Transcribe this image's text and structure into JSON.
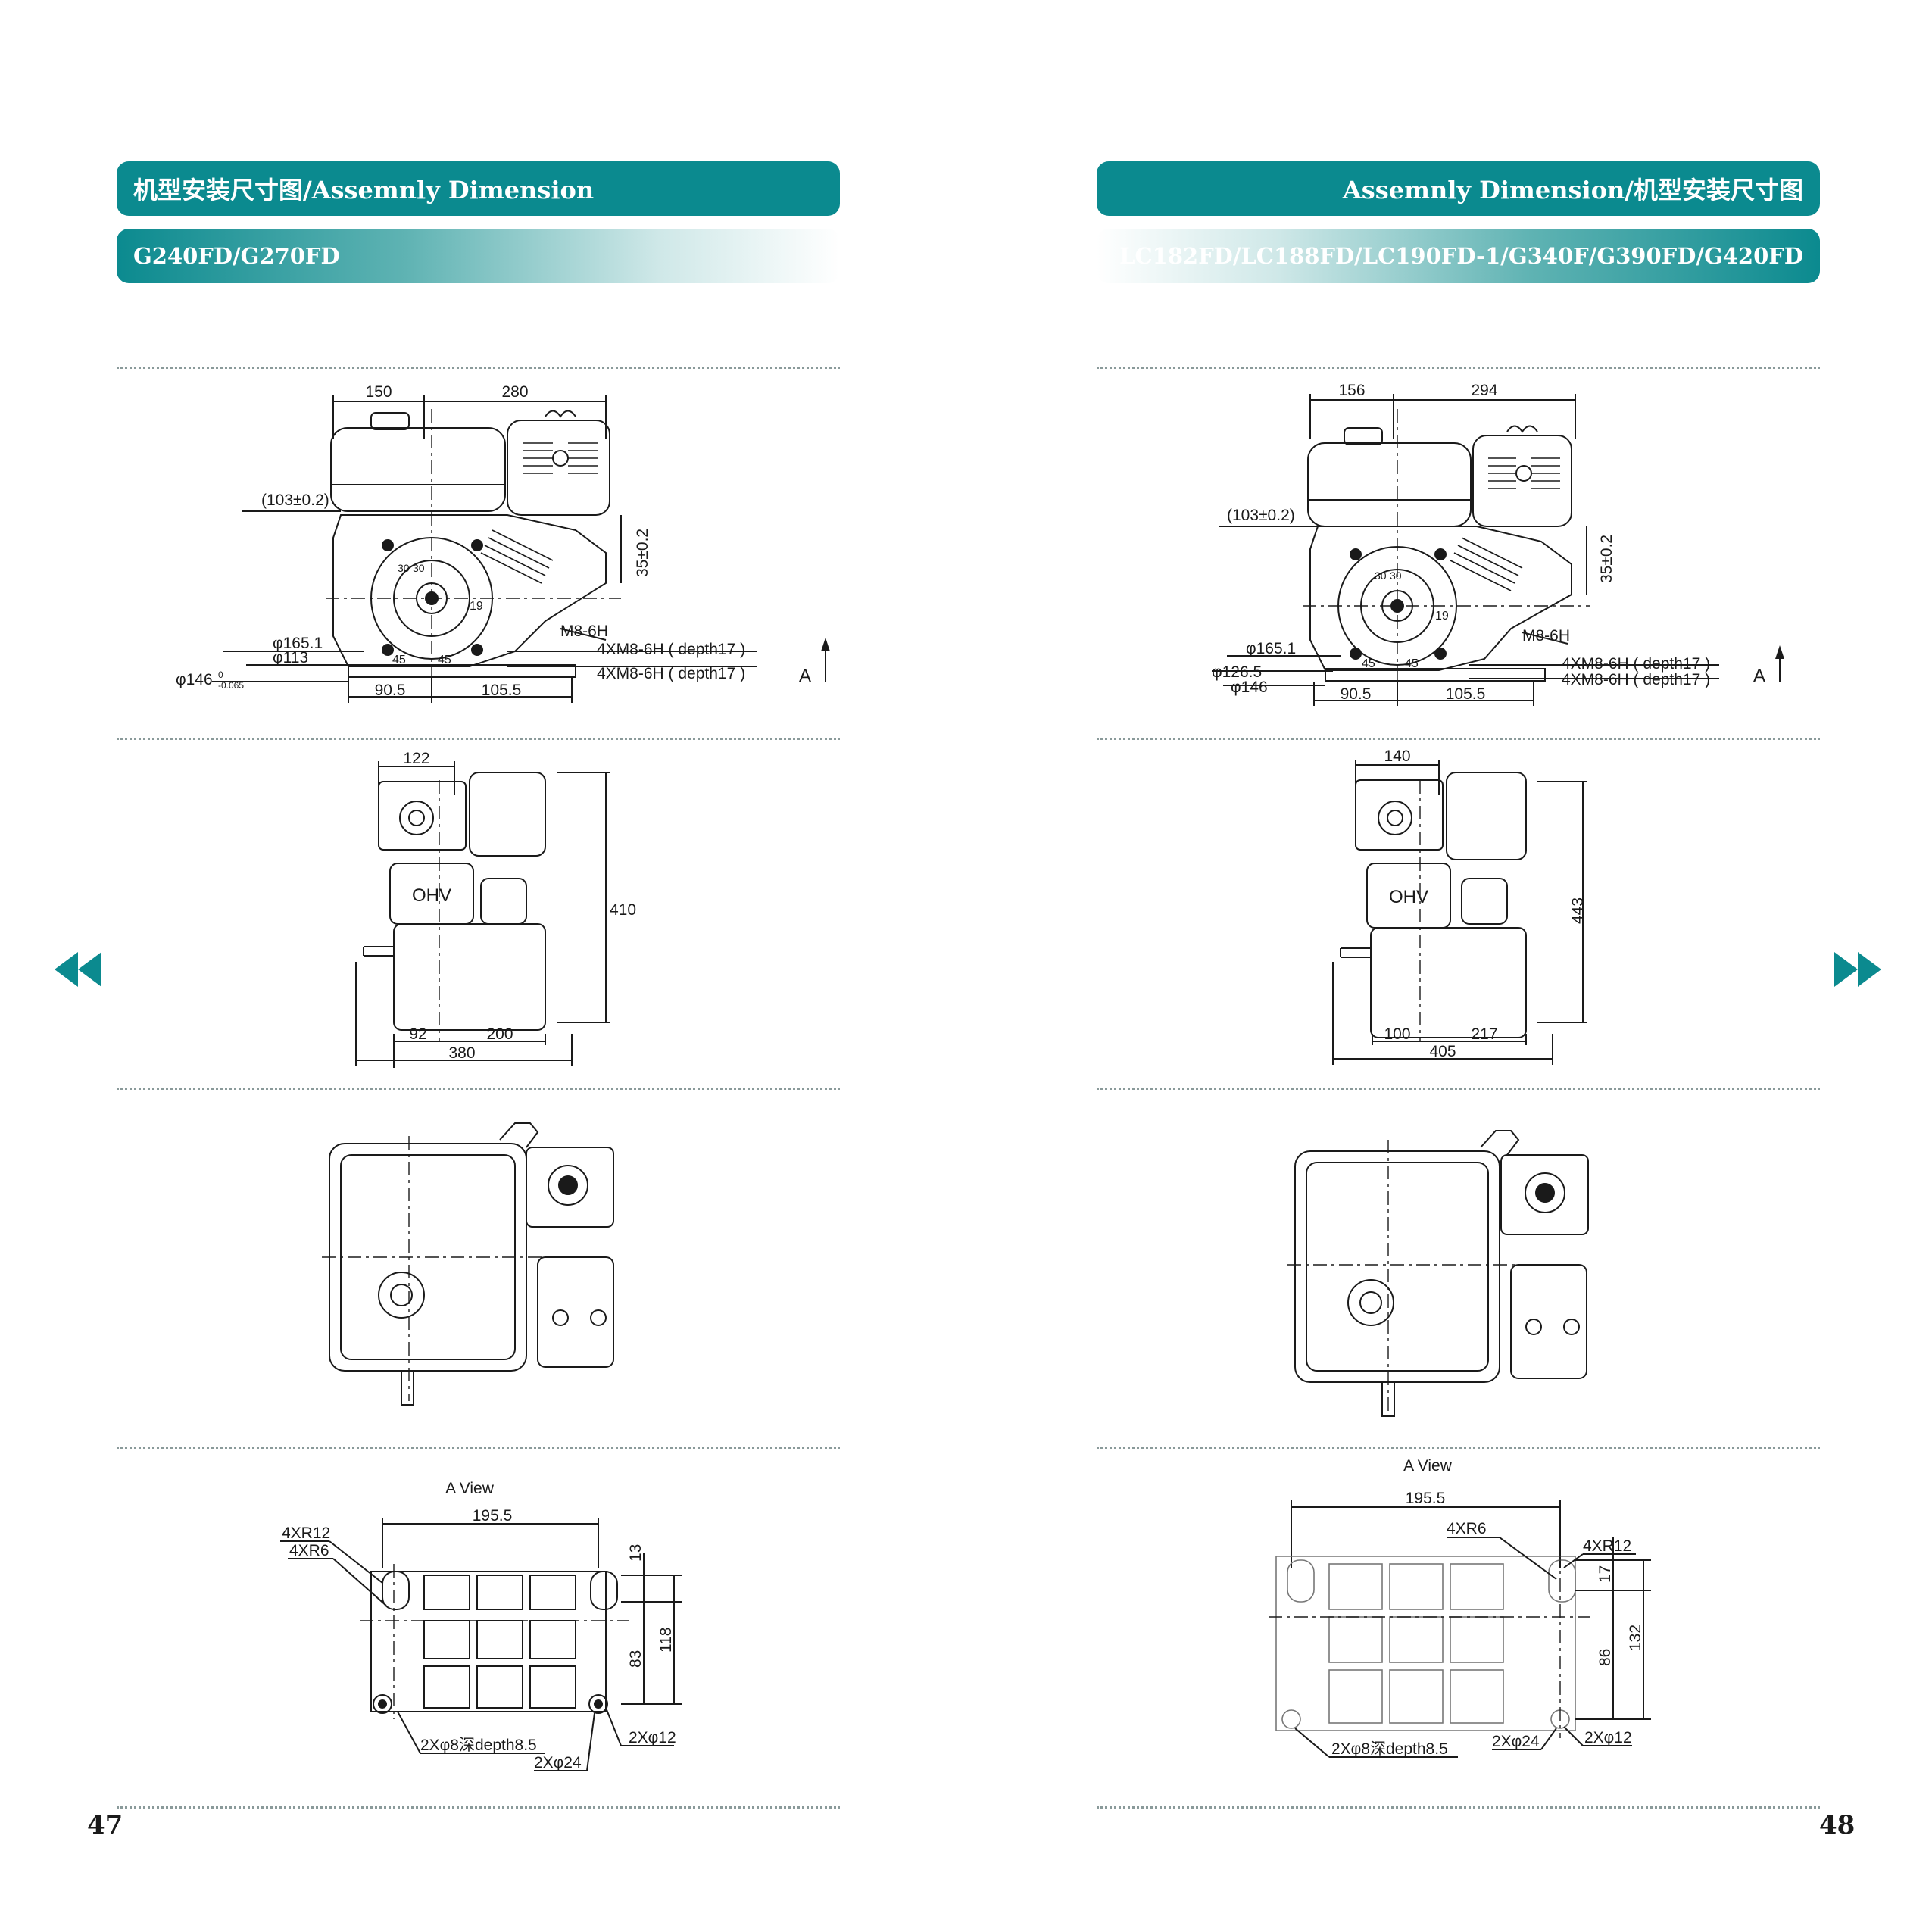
{
  "left_page": {
    "header": "机型安装尺寸图/Assemnly Dimension",
    "models": "G240FD/G270FD",
    "page_number": "47",
    "front_view": {
      "dim_left_top": "150",
      "dim_right_top": "280",
      "dim_shaft_height": "(103±0.2)",
      "dim_key": "35±0.2",
      "dim_d1651": "φ165.1",
      "dim_d113": "φ113",
      "dim_d146": "φ146",
      "dim_d146_tol_upper": "0",
      "dim_d146_tol_lower": "-0.065",
      "dim_45a": "45",
      "dim_45b": "45",
      "dim_19": "19",
      "dim_30a": "30",
      "dim_30b": "30",
      "callout_m8": "M8-6H",
      "callout_4xm8_a": "4XM8-6H ( depth17 )",
      "callout_4xm8_b": "4XM8-6H ( depth17 )",
      "dim_905": "90.5",
      "dim_1055": "105.5",
      "view_marker": "A"
    },
    "side_view": {
      "dim_top": "122",
      "dim_height": "410",
      "dim_92": "92",
      "dim_200": "200",
      "dim_total": "380",
      "ohv_text": "OHV"
    },
    "a_view": {
      "title": "A  View",
      "dim_width": "195.5",
      "callout_r12": "4XR12",
      "callout_r6": "4XR6",
      "dim_13": "13",
      "dim_83": "83",
      "dim_118": "118",
      "callout_hole8": "2Xφ8深depth8.5",
      "callout_d24": "2Xφ24",
      "callout_d12": "2Xφ12"
    }
  },
  "right_page": {
    "header": "Assemnly Dimension/机型安装尺寸图",
    "models": "LC182FD/LC188FD/LC190FD-1/G340F/G390FD/G420FD",
    "page_number": "48",
    "front_view": {
      "dim_left_top": "156",
      "dim_right_top": "294",
      "dim_shaft_height": "(103±0.2)",
      "dim_key": "35±0.2",
      "dim_d1651": "φ165.1",
      "dim_d1265": "φ126.5",
      "dim_d146": "φ146",
      "dim_45a": "45",
      "dim_45b": "45",
      "dim_19": "19",
      "dim_30a": "30",
      "dim_30b": "30",
      "callout_m8": "M8-6H",
      "callout_4xm8_a": "4XM8-6H ( depth17 )",
      "callout_4xm8_b": "4XM8-6H ( depth17 )",
      "dim_905": "90.5",
      "dim_1055": "105.5",
      "view_marker": "A"
    },
    "side_view": {
      "dim_top": "140",
      "dim_height": "443",
      "dim_100": "100",
      "dim_217": "217",
      "dim_total": "405",
      "ohv_text": "OHV"
    },
    "a_view": {
      "title": "A  View",
      "dim_width": "195.5",
      "callout_r6": "4XR6",
      "callout_r12": "4XR12",
      "dim_17": "17",
      "dim_86": "86",
      "dim_132": "132",
      "callout_hole8": "2Xφ8深depth8.5",
      "callout_d24": "2Xφ24",
      "callout_d12": "2Xφ12"
    }
  },
  "navigation": {
    "prev_icon": "double-left-arrow-icon",
    "next_icon": "double-right-arrow-icon"
  },
  "colors": {
    "brand": "#0b8a8f",
    "text": "#1a1a1a",
    "separator": "#8a9a9a"
  }
}
